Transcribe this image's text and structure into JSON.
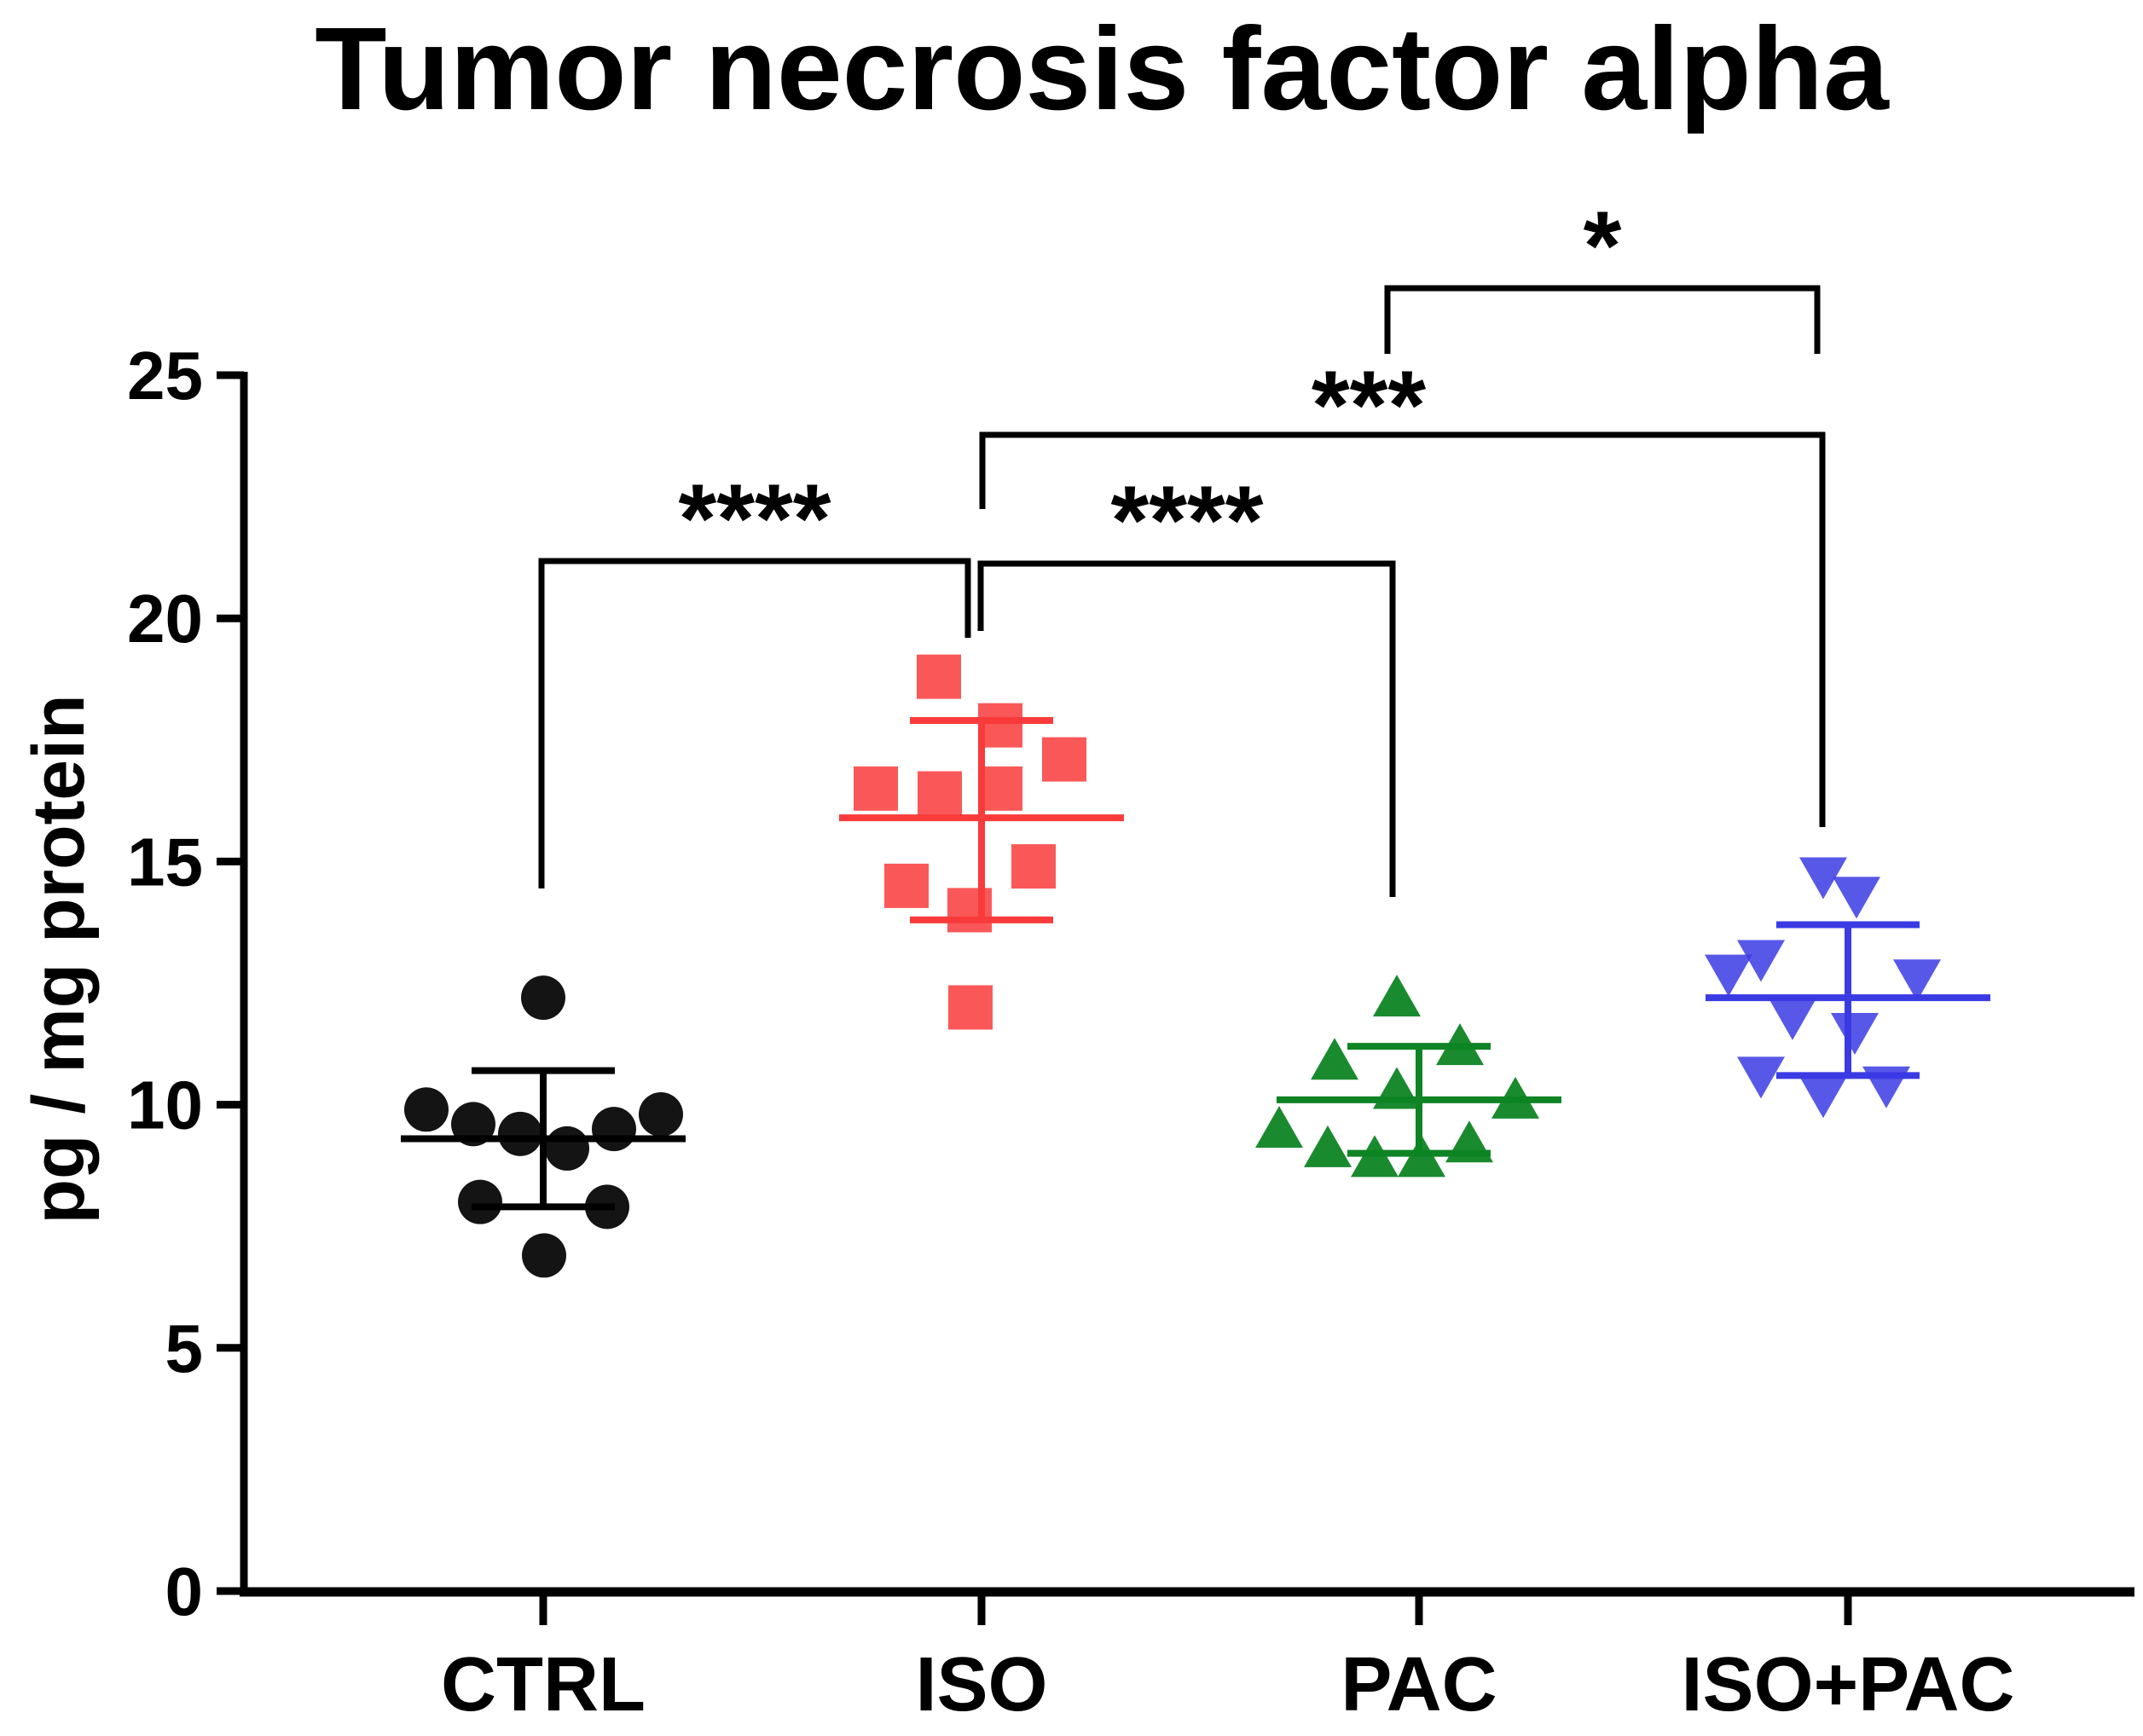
{
  "figure": {
    "title": "Tumor necrosis factor alpha",
    "ylabel": "pg / mg protein"
  },
  "chart_data": {
    "type": "scatter",
    "title": "Tumor necrosis factor alpha",
    "xlabel": "",
    "ylabel": "pg / mg protein",
    "ylim": [
      0,
      25
    ],
    "yticks": [
      0,
      5,
      10,
      15,
      20,
      25
    ],
    "grid": false,
    "legend": "none",
    "categories": [
      "CTRL",
      "ISO",
      "PAC",
      "ISO+PAC"
    ],
    "groups": [
      {
        "label": "CTRL",
        "marker": "circle",
        "color": "#000000",
        "values": [
          12.2,
          9.9,
          9.6,
          9.4,
          9.1,
          9.5,
          9.8,
          8.0,
          7.9,
          6.9
        ],
        "jitter": [
          0,
          -137,
          -82,
          -27,
          28,
          83,
          138,
          -74,
          75,
          1
        ],
        "mean": 9.3,
        "sd_upper_cap": 10.7,
        "sd_lower_cap": 7.9
      },
      {
        "label": "ISO",
        "marker": "square",
        "color": "#F93B3B",
        "values": [
          18.8,
          17.8,
          17.1,
          16.5,
          16.4,
          16.5,
          14.9,
          14.5,
          14.0,
          12.0
        ],
        "jitter": [
          -50,
          22,
          97,
          -124,
          -49,
          22,
          61,
          -88,
          -14,
          -13
        ],
        "mean": 15.9,
        "sd_upper_cap": 17.9,
        "sd_lower_cap": 13.8
      },
      {
        "label": "PAC",
        "marker": "triangle-up",
        "color": "#0E8424",
        "values": [
          12.2,
          11.2,
          10.9,
          10.3,
          10.1,
          9.5,
          9.1,
          8.9,
          8.9,
          9.2
        ],
        "jitter": [
          -26,
          48,
          -99,
          -26,
          113,
          -164,
          -107,
          -52,
          3,
          59
        ],
        "mean": 10.1,
        "sd_upper_cap": 11.2,
        "sd_lower_cap": 9.0
      },
      {
        "label": "ISO+PAC",
        "marker": "triangle-down",
        "color": "#3B3BE4",
        "values": [
          14.7,
          14.3,
          13.0,
          12.7,
          12.6,
          11.8,
          11.5,
          10.6,
          10.2,
          10.4
        ],
        "jitter": [
          -29,
          10,
          -102,
          -140,
          81,
          -65,
          8,
          -102,
          -29,
          45
        ],
        "mean": 12.2,
        "sd_upper_cap": 13.7,
        "sd_lower_cap": 10.6
      }
    ],
    "significance": [
      {
        "stars": "****",
        "between": [
          "CTRL",
          "ISO"
        ],
        "x1": 635,
        "x2": 1135,
        "y": 658,
        "drop1": 1042,
        "drop2": 748,
        "label_x": 885,
        "label_y": 648
      },
      {
        "stars": "****",
        "between": [
          "ISO",
          "PAC"
        ],
        "x1": 1150,
        "x2": 1633,
        "y": 661,
        "drop1": 740,
        "drop2": 1052,
        "label_x": 1392,
        "label_y": 650
      },
      {
        "stars": "***",
        "between": [
          "ISO",
          "ISO+PAC"
        ],
        "x1": 1152,
        "x2": 2137,
        "y": 510,
        "drop1": 597,
        "drop2": 970,
        "label_x": 1605,
        "label_y": 515
      },
      {
        "stars": "*",
        "between": [
          "PAC",
          "ISO+PAC"
        ],
        "x1": 1627,
        "x2": 2131,
        "y": 338,
        "drop1": 415,
        "drop2": 415,
        "label_x": 1879,
        "label_y": 328
      }
    ]
  }
}
